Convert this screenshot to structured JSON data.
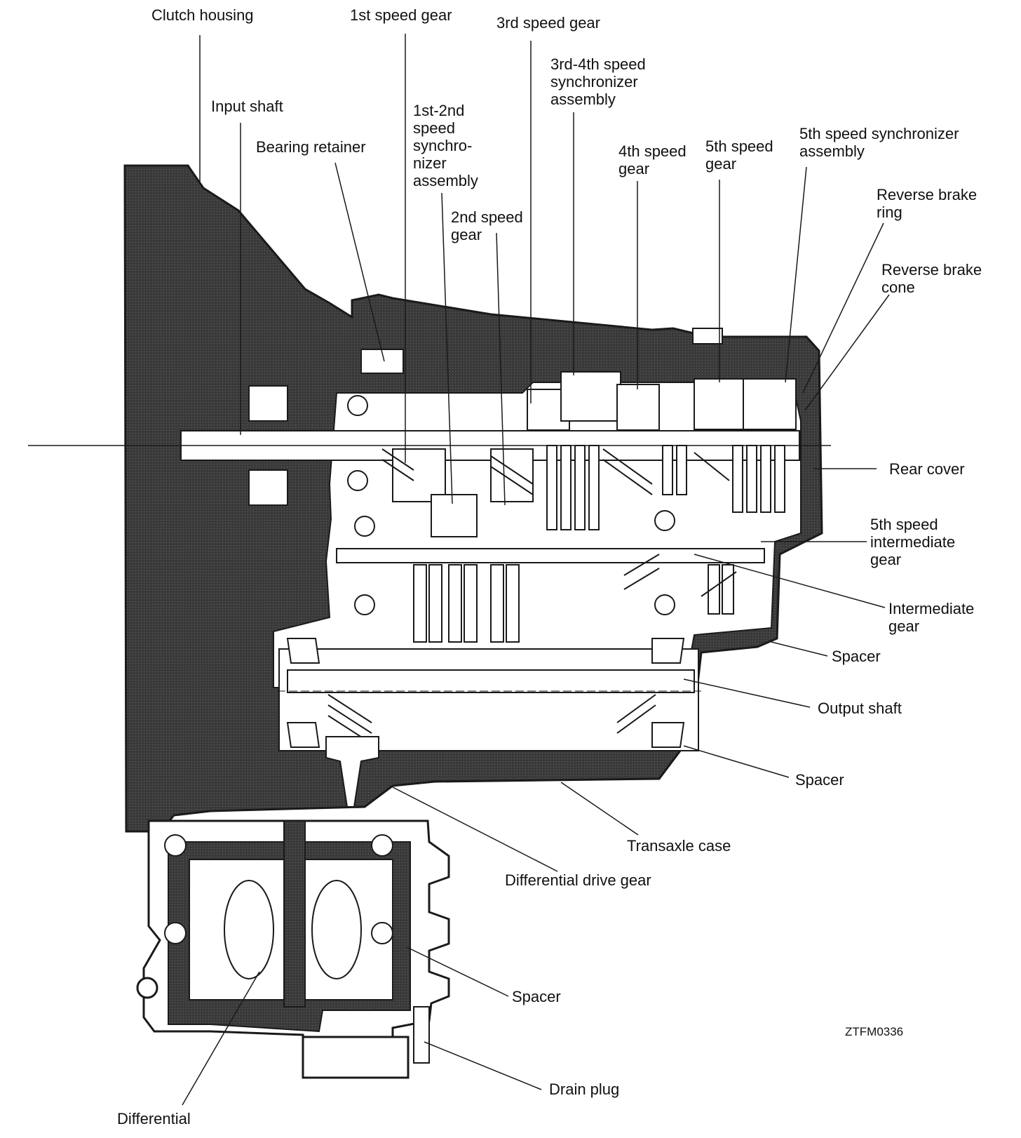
{
  "figure_code": "ZTFM0336",
  "colors": {
    "housing_fill": "#3a3a3a",
    "outline": "#1a1a1a",
    "background": "#ffffff",
    "component_fill": "#ffffff"
  },
  "labels": {
    "clutch_housing": "Clutch housing",
    "first_speed_gear": "1st speed gear",
    "third_speed_gear": "3rd speed gear",
    "third_fourth_synchronizer": "3rd-4th speed\nsynchronizer\nassembly",
    "input_shaft": "Input shaft",
    "first_second_synchronizer": "1st-2nd\nspeed\nsynchro-\nnizer\nassembly",
    "bearing_retainer": "Bearing retainer",
    "fourth_speed_gear": "4th speed\ngear",
    "fifth_speed_gear": "5th speed\ngear",
    "fifth_speed_synchronizer": "5th speed synchronizer\nassembly",
    "reverse_brake_ring": "Reverse brake\nring",
    "second_speed_gear": "2nd speed\ngear",
    "reverse_brake_cone": "Reverse brake\ncone",
    "rear_cover": "Rear cover",
    "fifth_speed_intermediate_gear": "5th speed\nintermediate\ngear",
    "intermediate_gear": "Intermediate\ngear",
    "spacer_upper": "Spacer",
    "output_shaft": "Output shaft",
    "spacer_middle": "Spacer",
    "transaxle_case": "Transaxle case",
    "differential_drive_gear": "Differential drive gear",
    "spacer_lower": "Spacer",
    "drain_plug": "Drain plug",
    "differential": "Differential"
  }
}
